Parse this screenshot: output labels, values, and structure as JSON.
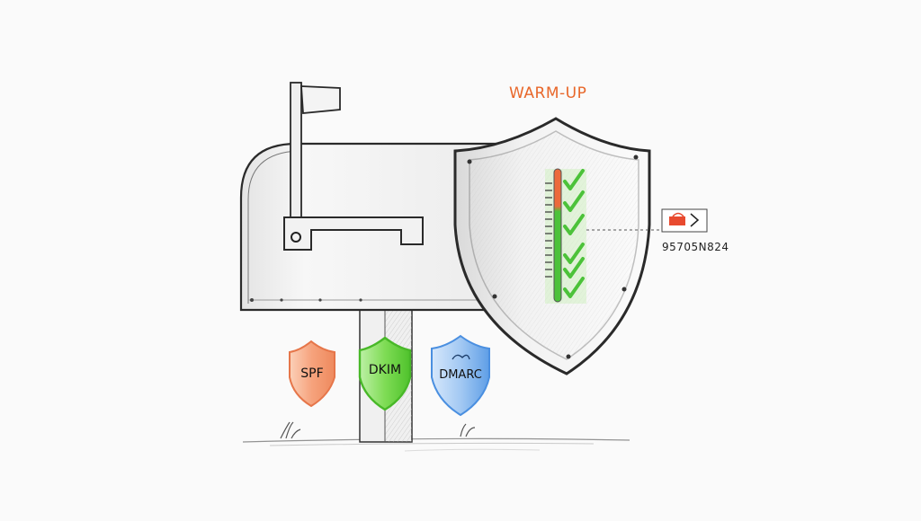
{
  "illustration": {
    "style": "pencil sketch",
    "title_label": "WARM-UP",
    "side_tag_code": "95705N824",
    "badges": [
      {
        "label": "SPF",
        "color": "#f08a5d"
      },
      {
        "label": "DKIM",
        "color": "#5cc93b"
      },
      {
        "label": "DMARC",
        "color": "#4a8fe0"
      }
    ],
    "shield": {
      "gauge_colors": {
        "top": "#ec6a3c",
        "bottom": "#4cc23a"
      },
      "checkmark_count": 6,
      "checkmark_color": "#55c83a"
    },
    "colors": {
      "background": "#fafafa",
      "ink": "#2a2a2a",
      "accent": "#e8672a"
    }
  }
}
